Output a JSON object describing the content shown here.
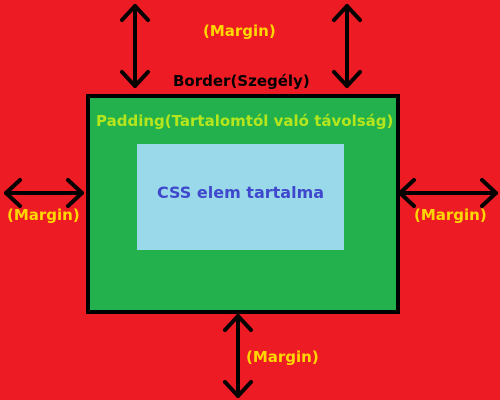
{
  "colors": {
    "margin_area": "#ed1c24",
    "padding_area": "#22b14c",
    "content_area": "#99d9ea",
    "border": "#000000",
    "margin_text": "#ffd700",
    "border_text": "#000000",
    "padding_text": "#b5e61d",
    "content_text": "#3f48cc",
    "arrow": "#000000"
  },
  "labels": {
    "margin_top": "(Margin)",
    "margin_left": "(Margin)",
    "margin_right": "(Margin)",
    "margin_bottom": "(Margin)",
    "border": "Border(Szegély)",
    "padding": "Padding(Tartalomtól való távolság)",
    "content": "CSS elem tartalma"
  },
  "icons": {
    "arrow_type": "double-headed-arrow"
  }
}
